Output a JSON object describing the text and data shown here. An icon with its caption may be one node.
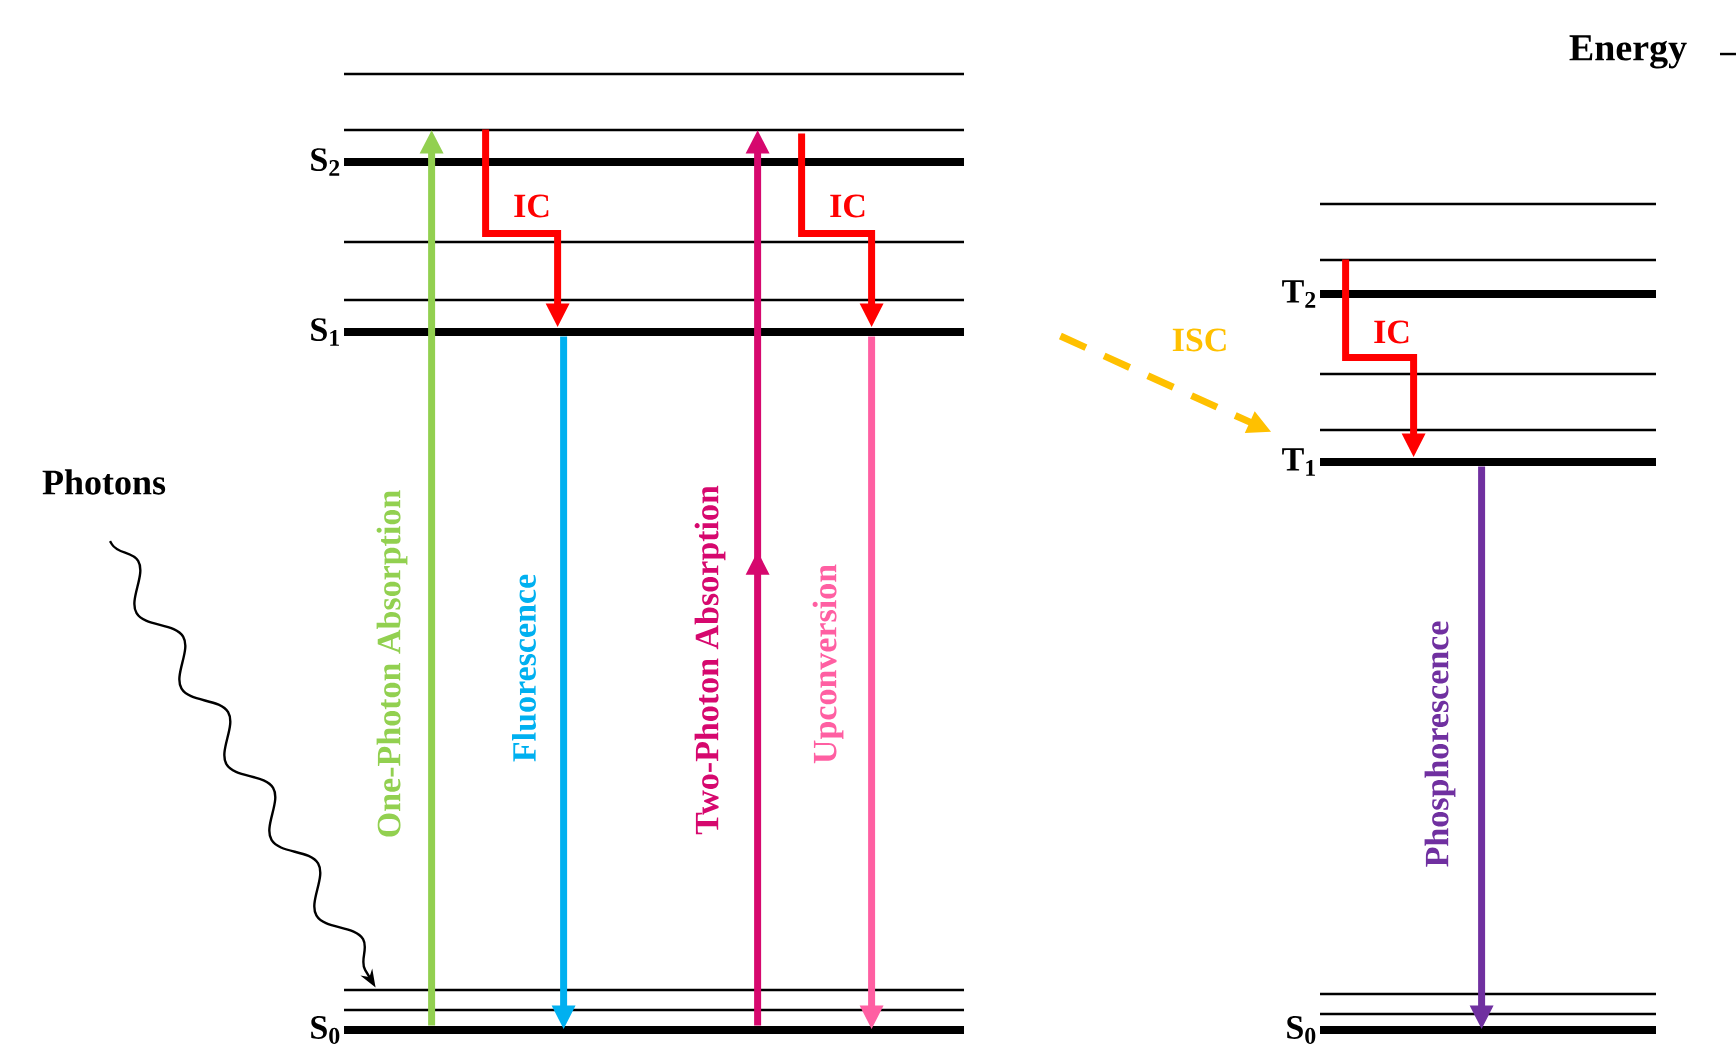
{
  "diagram": {
    "nodes": [
      {
        "text": [
          "S$_{2}$"
        ]
      },
      {
        "text": [
          "S$_{1}$"
        ]
      },
      {
        "text": [
          "S$_{0}$"
        ]
      },
      {
        "text": [
          "T$_{2}$"
        ]
      },
      {
        "text": [
          "T$_{1}$"
        ]
      },
      {
        "text": [
          "S$_{0}$"
        ]
      },
      {
        "text": [
          "Photons"
        ]
      }
    ],
    "edges": [
      {
        "from": 2,
        "to": 0,
        "arrow": "to",
        "label": "One-Photon Absorption",
        "color": "#92d050"
      },
      {
        "from": 0,
        "to": 1,
        "arrow": "to",
        "label": "IC",
        "color": "#ff0000"
      },
      {
        "from": 1,
        "to": 2,
        "arrow": "to",
        "label": "Fluorescence",
        "color": "#00b0f0"
      },
      {
        "from": 2,
        "to": 0,
        "arrow": "to",
        "label": "Two-Photon Absorption",
        "color": "#d6086e"
      },
      {
        "from": 0,
        "to": 1,
        "arrow": "to",
        "label": "IC",
        "color": "#ff0000"
      },
      {
        "from": 1,
        "to": 2,
        "arrow": "to",
        "label": "Upconversion",
        "color": "#ff5fa2"
      },
      {
        "from": 1,
        "to": 4,
        "arrow": "to",
        "label": "ISC",
        "color": "#ffc000",
        "style": "dashed"
      },
      {
        "from": 3,
        "to": 4,
        "arrow": "to",
        "label": "IC",
        "color": "#ff0000"
      },
      {
        "from": 4,
        "to": 5,
        "arrow": "to",
        "label": "Phosphorescence",
        "color": "#7030a0"
      },
      {
        "from": 6,
        "to": 2,
        "arrow": "to",
        "color": "#000000"
      }
    ],
    "labels": [
      "Energy"
    ]
  }
}
